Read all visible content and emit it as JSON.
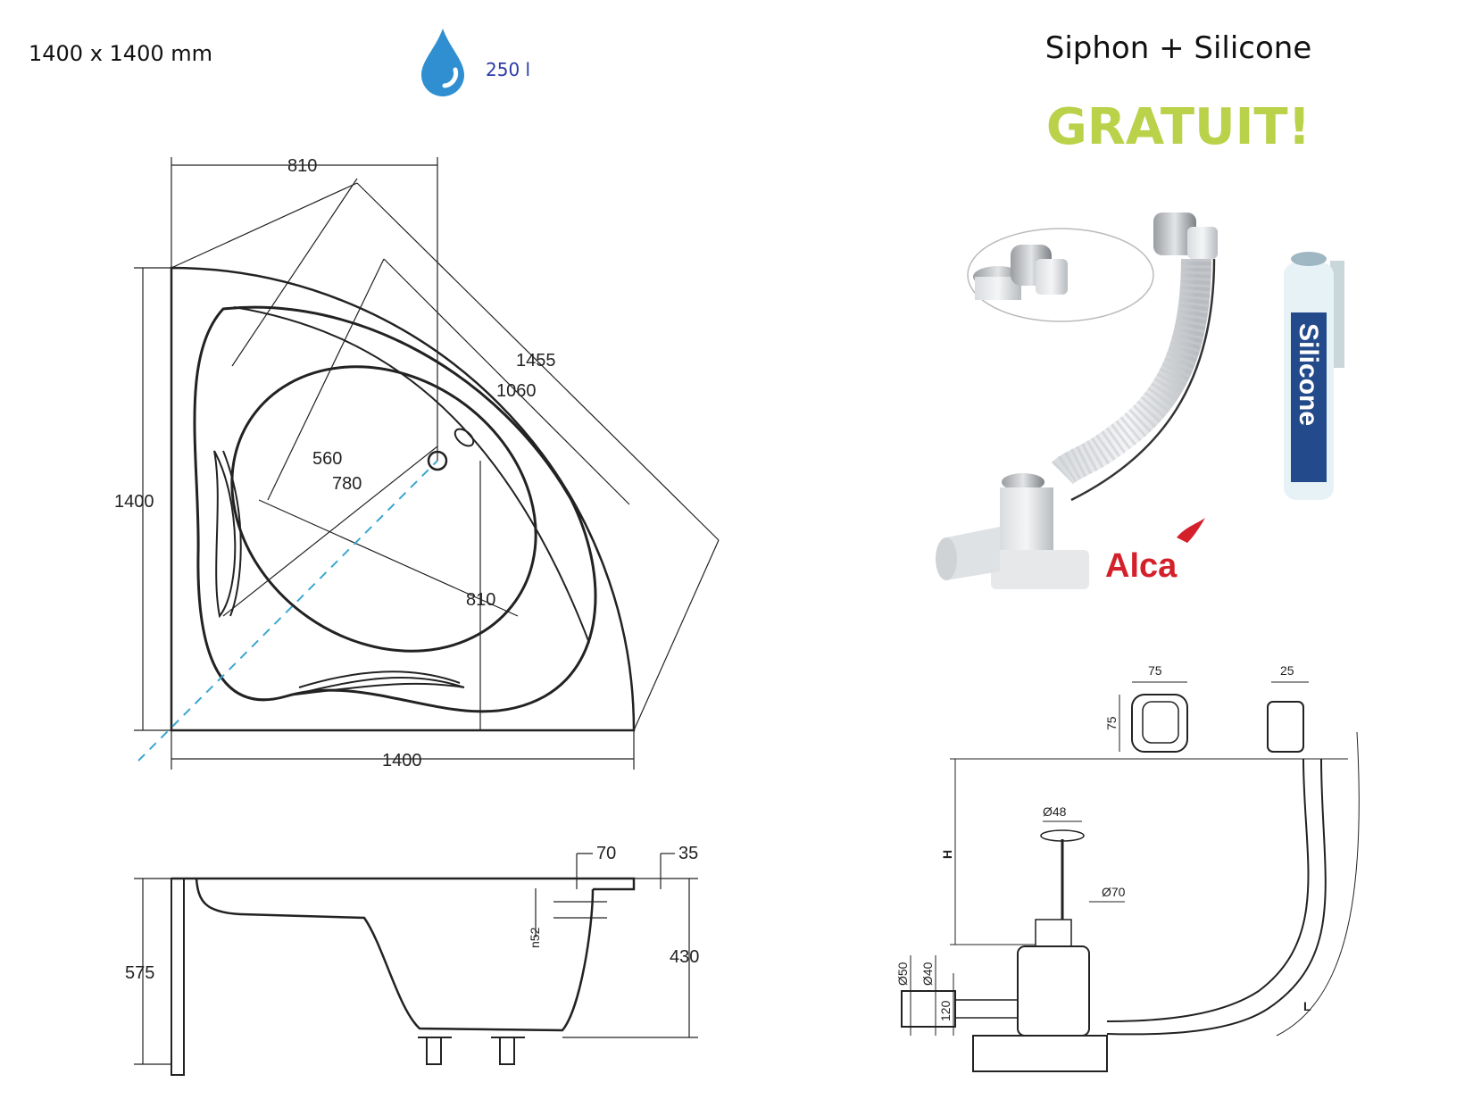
{
  "header": {
    "size_label": "1400 x 1400 mm",
    "volume_label": "250 l"
  },
  "promo": {
    "title": "Siphon + Silicone",
    "free_label": "GRATUIT!",
    "brand": "Alca",
    "cartridge_text": "Silicone"
  },
  "top_view": {
    "dims": [
      "810",
      "1455",
      "1060",
      "560",
      "780",
      "810",
      "1400",
      "1400"
    ]
  },
  "side_view": {
    "dims": [
      "70",
      "35",
      "575",
      "430",
      "n52"
    ]
  },
  "siphon_diagram": {
    "dims": [
      "75",
      "25",
      "75",
      "H",
      "Ø48",
      "Ø70",
      "Ø50",
      "Ø40",
      "120",
      "L"
    ]
  },
  "colors": {
    "accent_green": "#b9d24a",
    "water_drop": "#2f8fd0",
    "brand_red": "#d4202a"
  }
}
